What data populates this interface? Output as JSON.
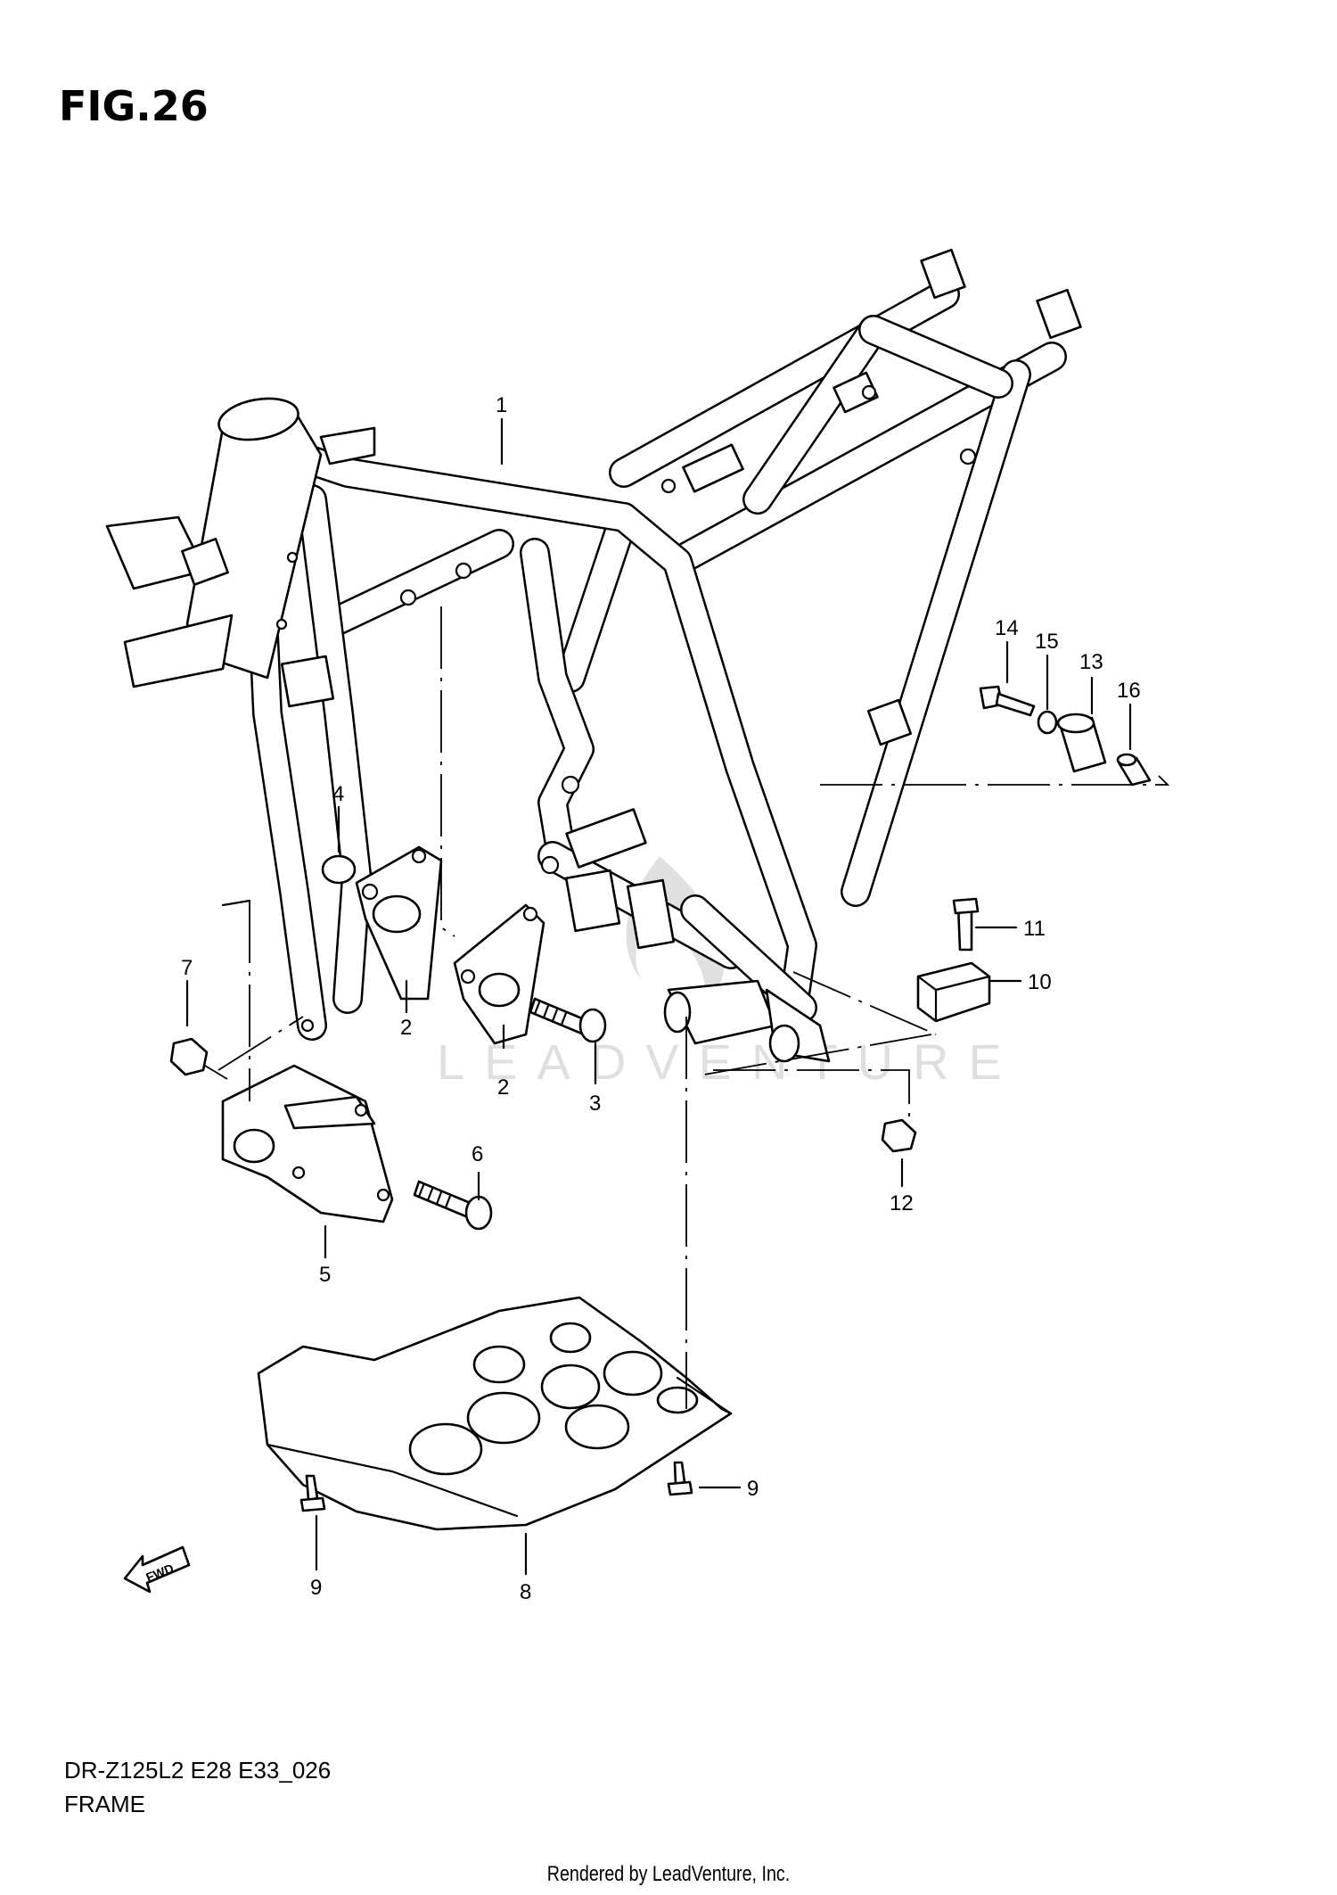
{
  "figure": {
    "title": "FIG.26",
    "model_code": "DR-Z125L2 E28 E33_026",
    "section_name": "FRAME",
    "watermark": "LEADVENTURE",
    "footer": "Rendered by LeadVenture, Inc.",
    "fwd_label": "FWD"
  },
  "callouts": [
    {
      "id": "1",
      "label": "1"
    },
    {
      "id": "2a",
      "label": "2"
    },
    {
      "id": "2b",
      "label": "2"
    },
    {
      "id": "3",
      "label": "3"
    },
    {
      "id": "4",
      "label": "4"
    },
    {
      "id": "5",
      "label": "5"
    },
    {
      "id": "6",
      "label": "6"
    },
    {
      "id": "7",
      "label": "7"
    },
    {
      "id": "8",
      "label": "8"
    },
    {
      "id": "9a",
      "label": "9"
    },
    {
      "id": "9b",
      "label": "9"
    },
    {
      "id": "10",
      "label": "10"
    },
    {
      "id": "11",
      "label": "11"
    },
    {
      "id": "12",
      "label": "12"
    },
    {
      "id": "13",
      "label": "13"
    },
    {
      "id": "14",
      "label": "14"
    },
    {
      "id": "15",
      "label": "15"
    },
    {
      "id": "16",
      "label": "16"
    }
  ]
}
